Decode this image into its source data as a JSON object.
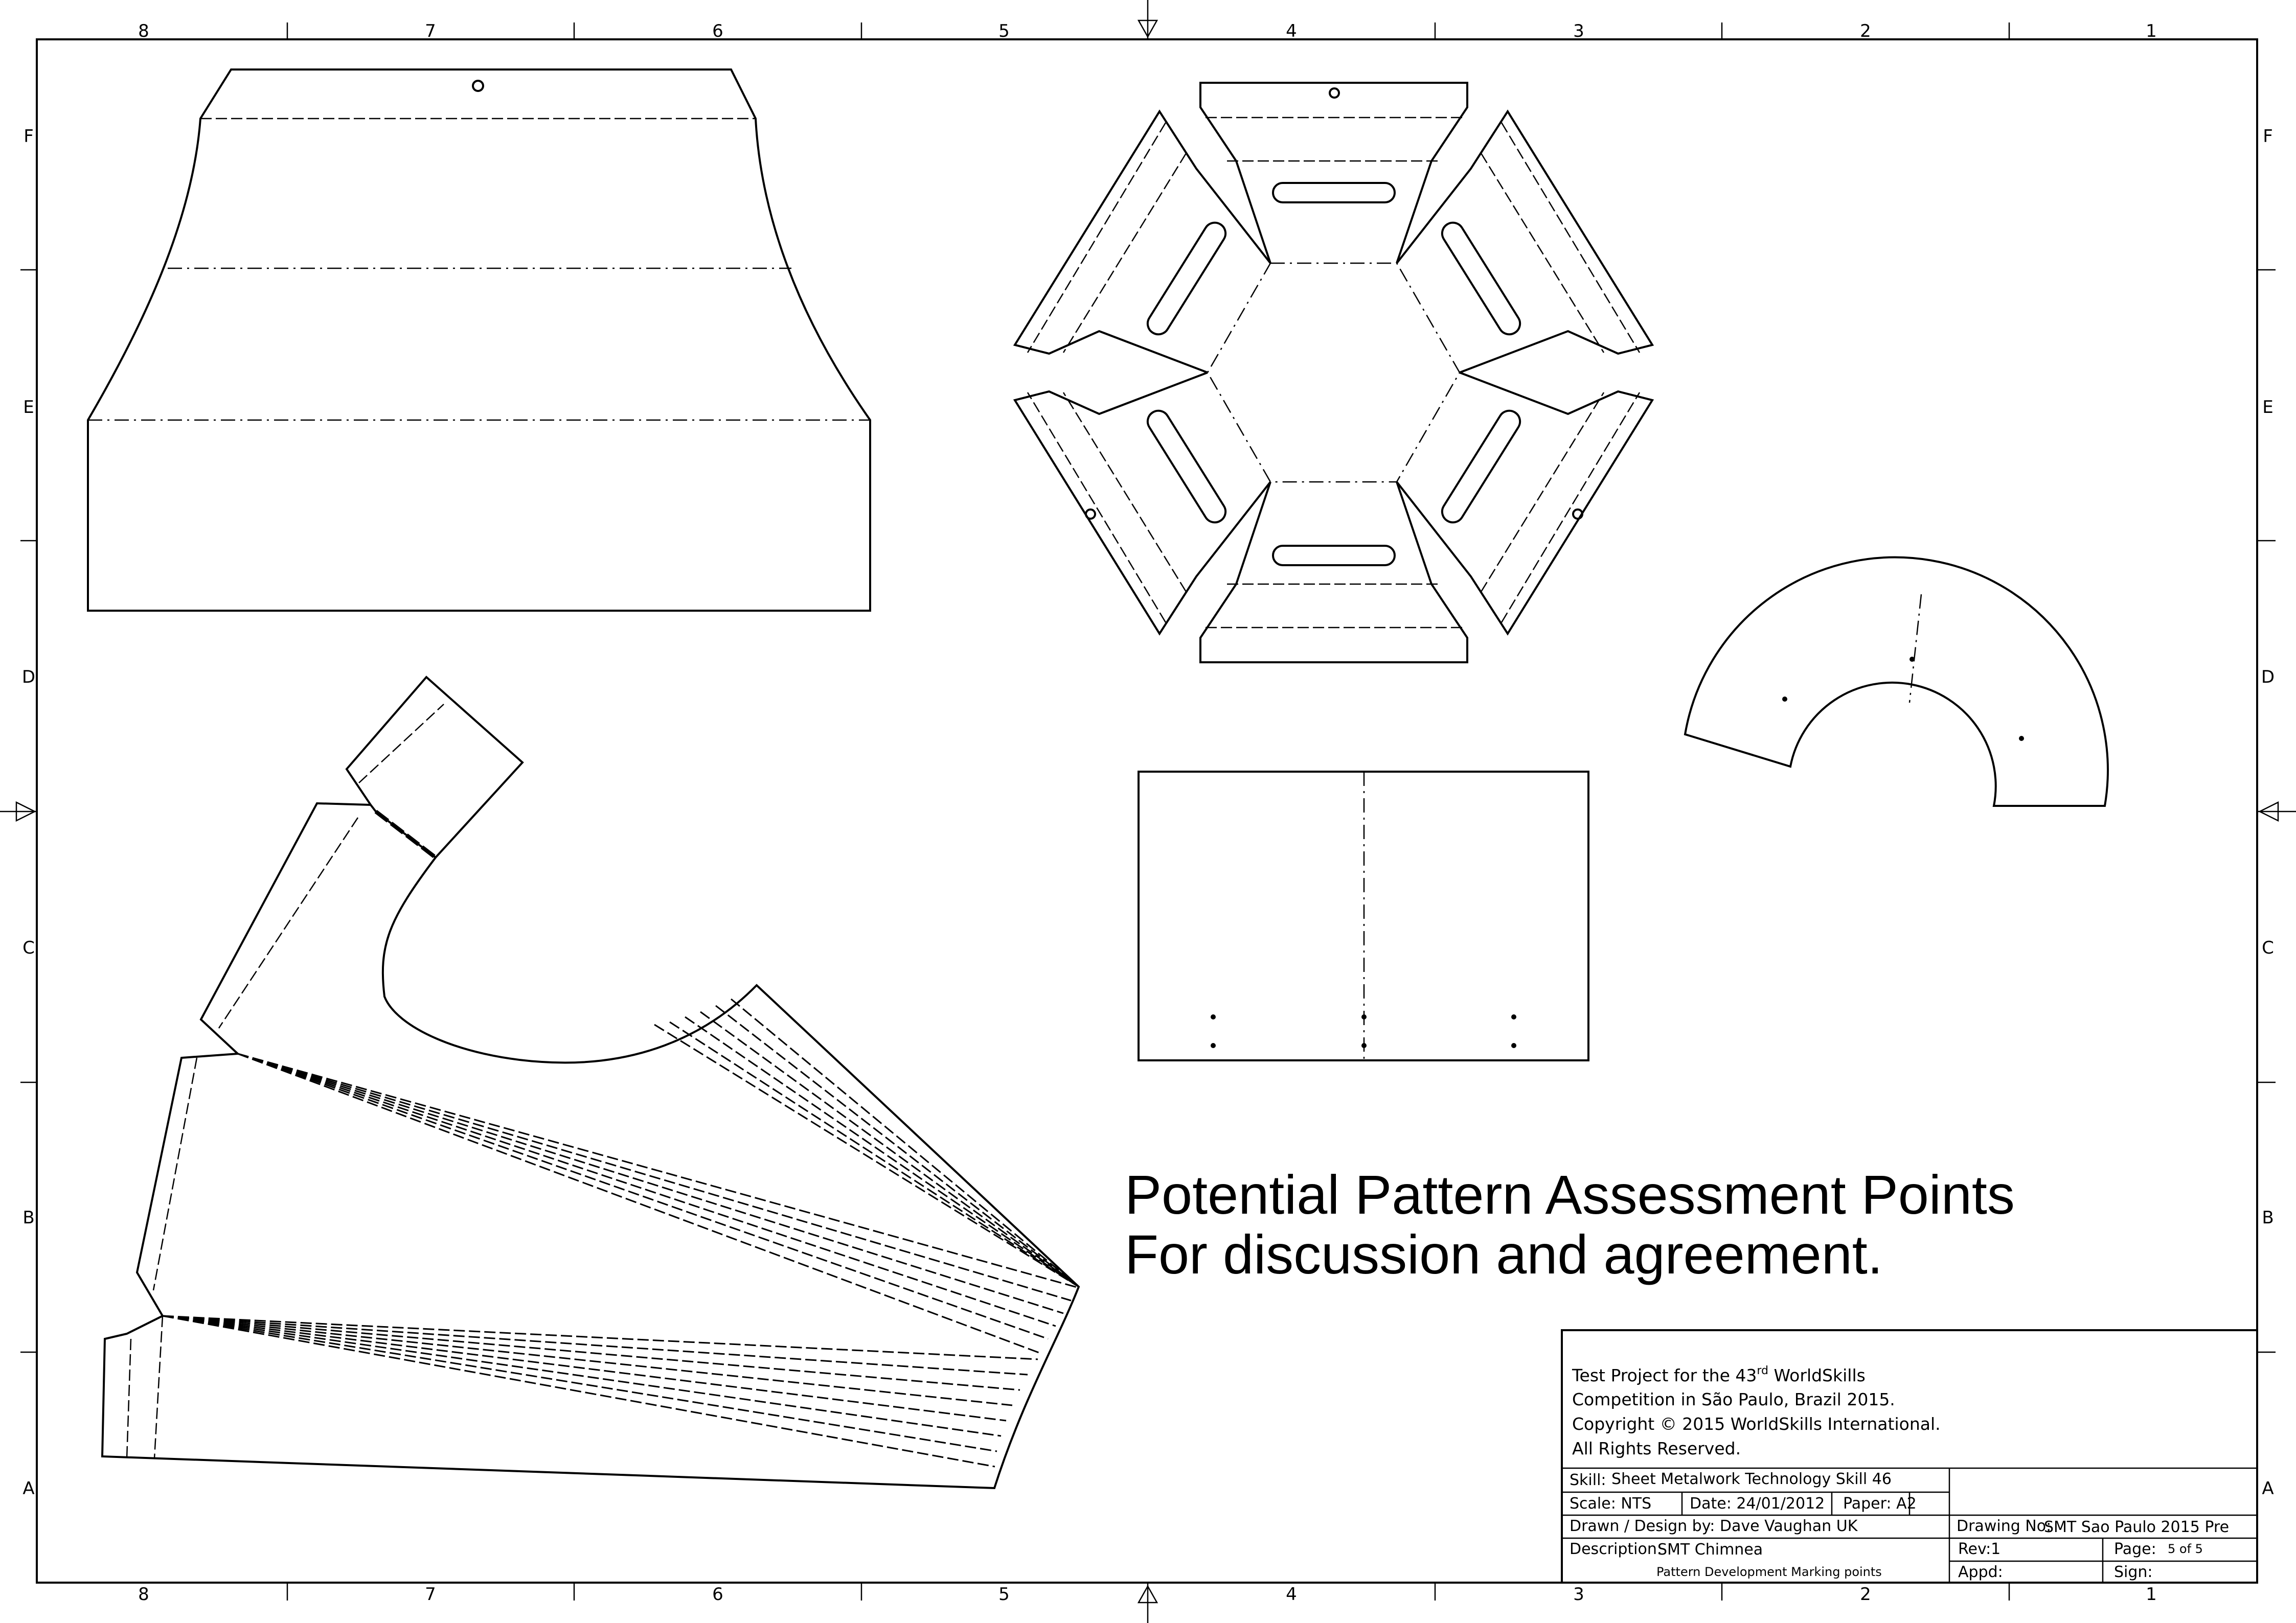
{
  "border_columns": [
    "8",
    "7",
    "6",
    "5",
    "4",
    "3",
    "2",
    "1"
  ],
  "border_rows": [
    "F",
    "E",
    "D",
    "C",
    "B",
    "A"
  ],
  "headline": {
    "line1": "Potential Pattern Assessment Points",
    "line2": "For discussion and agreement."
  },
  "title_block": {
    "project_line1_pre": "Test Project for the 43",
    "project_line1_sup": "rd",
    "project_line1_post": " WorldSkills",
    "project_line2": "Competition in São Paulo, Brazil 2015.",
    "project_line3": "Copyright © 2015 WorldSkills International.",
    "project_line4": "All Rights Reserved.",
    "skill_label": "Skill:",
    "skill_value": "Sheet Metalwork Technology Skill 46",
    "scale": "Scale: NTS",
    "date": "Date:  24/01/2012",
    "paper": "Paper:  A2",
    "drawn_by": "Drawn / Design by: Dave Vaughan UK",
    "description_label": "Description:",
    "description_value": "SMT Chimnea",
    "description_sub": "Pattern Development Marking points",
    "drawing_no_label": "Drawing No:",
    "drawing_no_value": "SMT  Sao  Paulo  2015  Pre",
    "rev": "Rev:1",
    "page_label": "Page:",
    "page_value": "5 of 5",
    "appd": "Appd:",
    "sign": "Sign:"
  }
}
